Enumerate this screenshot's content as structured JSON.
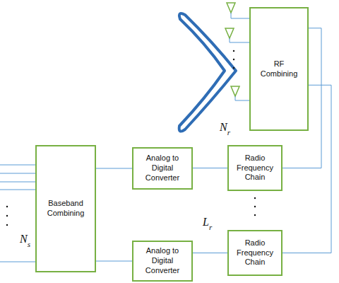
{
  "diagram": {
    "nodes": [
      {
        "text": [
          "RF Combining"
        ]
      },
      {
        "text": [
          "Radio Frequency Chain"
        ]
      },
      {
        "text": [
          "Radio Frequency Chain"
        ]
      },
      {
        "text": [
          "Analog to Digital Converter"
        ]
      },
      {
        "text": [
          "Analog to Digital Converter"
        ]
      },
      {
        "text": [
          "Baseband Combining"
        ]
      }
    ],
    "edges": [
      {
        "from": 0,
        "to": 1,
        "arrow": "none"
      },
      {
        "from": 0,
        "to": 2,
        "arrow": "none"
      },
      {
        "from": 1,
        "to": 3,
        "arrow": "none"
      },
      {
        "from": 2,
        "to": 4,
        "arrow": "none"
      },
      {
        "from": 3,
        "to": 5,
        "arrow": "none"
      },
      {
        "from": 4,
        "to": 5,
        "arrow": "none"
      }
    ],
    "labels": [
      "N",
      "r",
      "L",
      "r",
      "N",
      "s"
    ]
  }
}
